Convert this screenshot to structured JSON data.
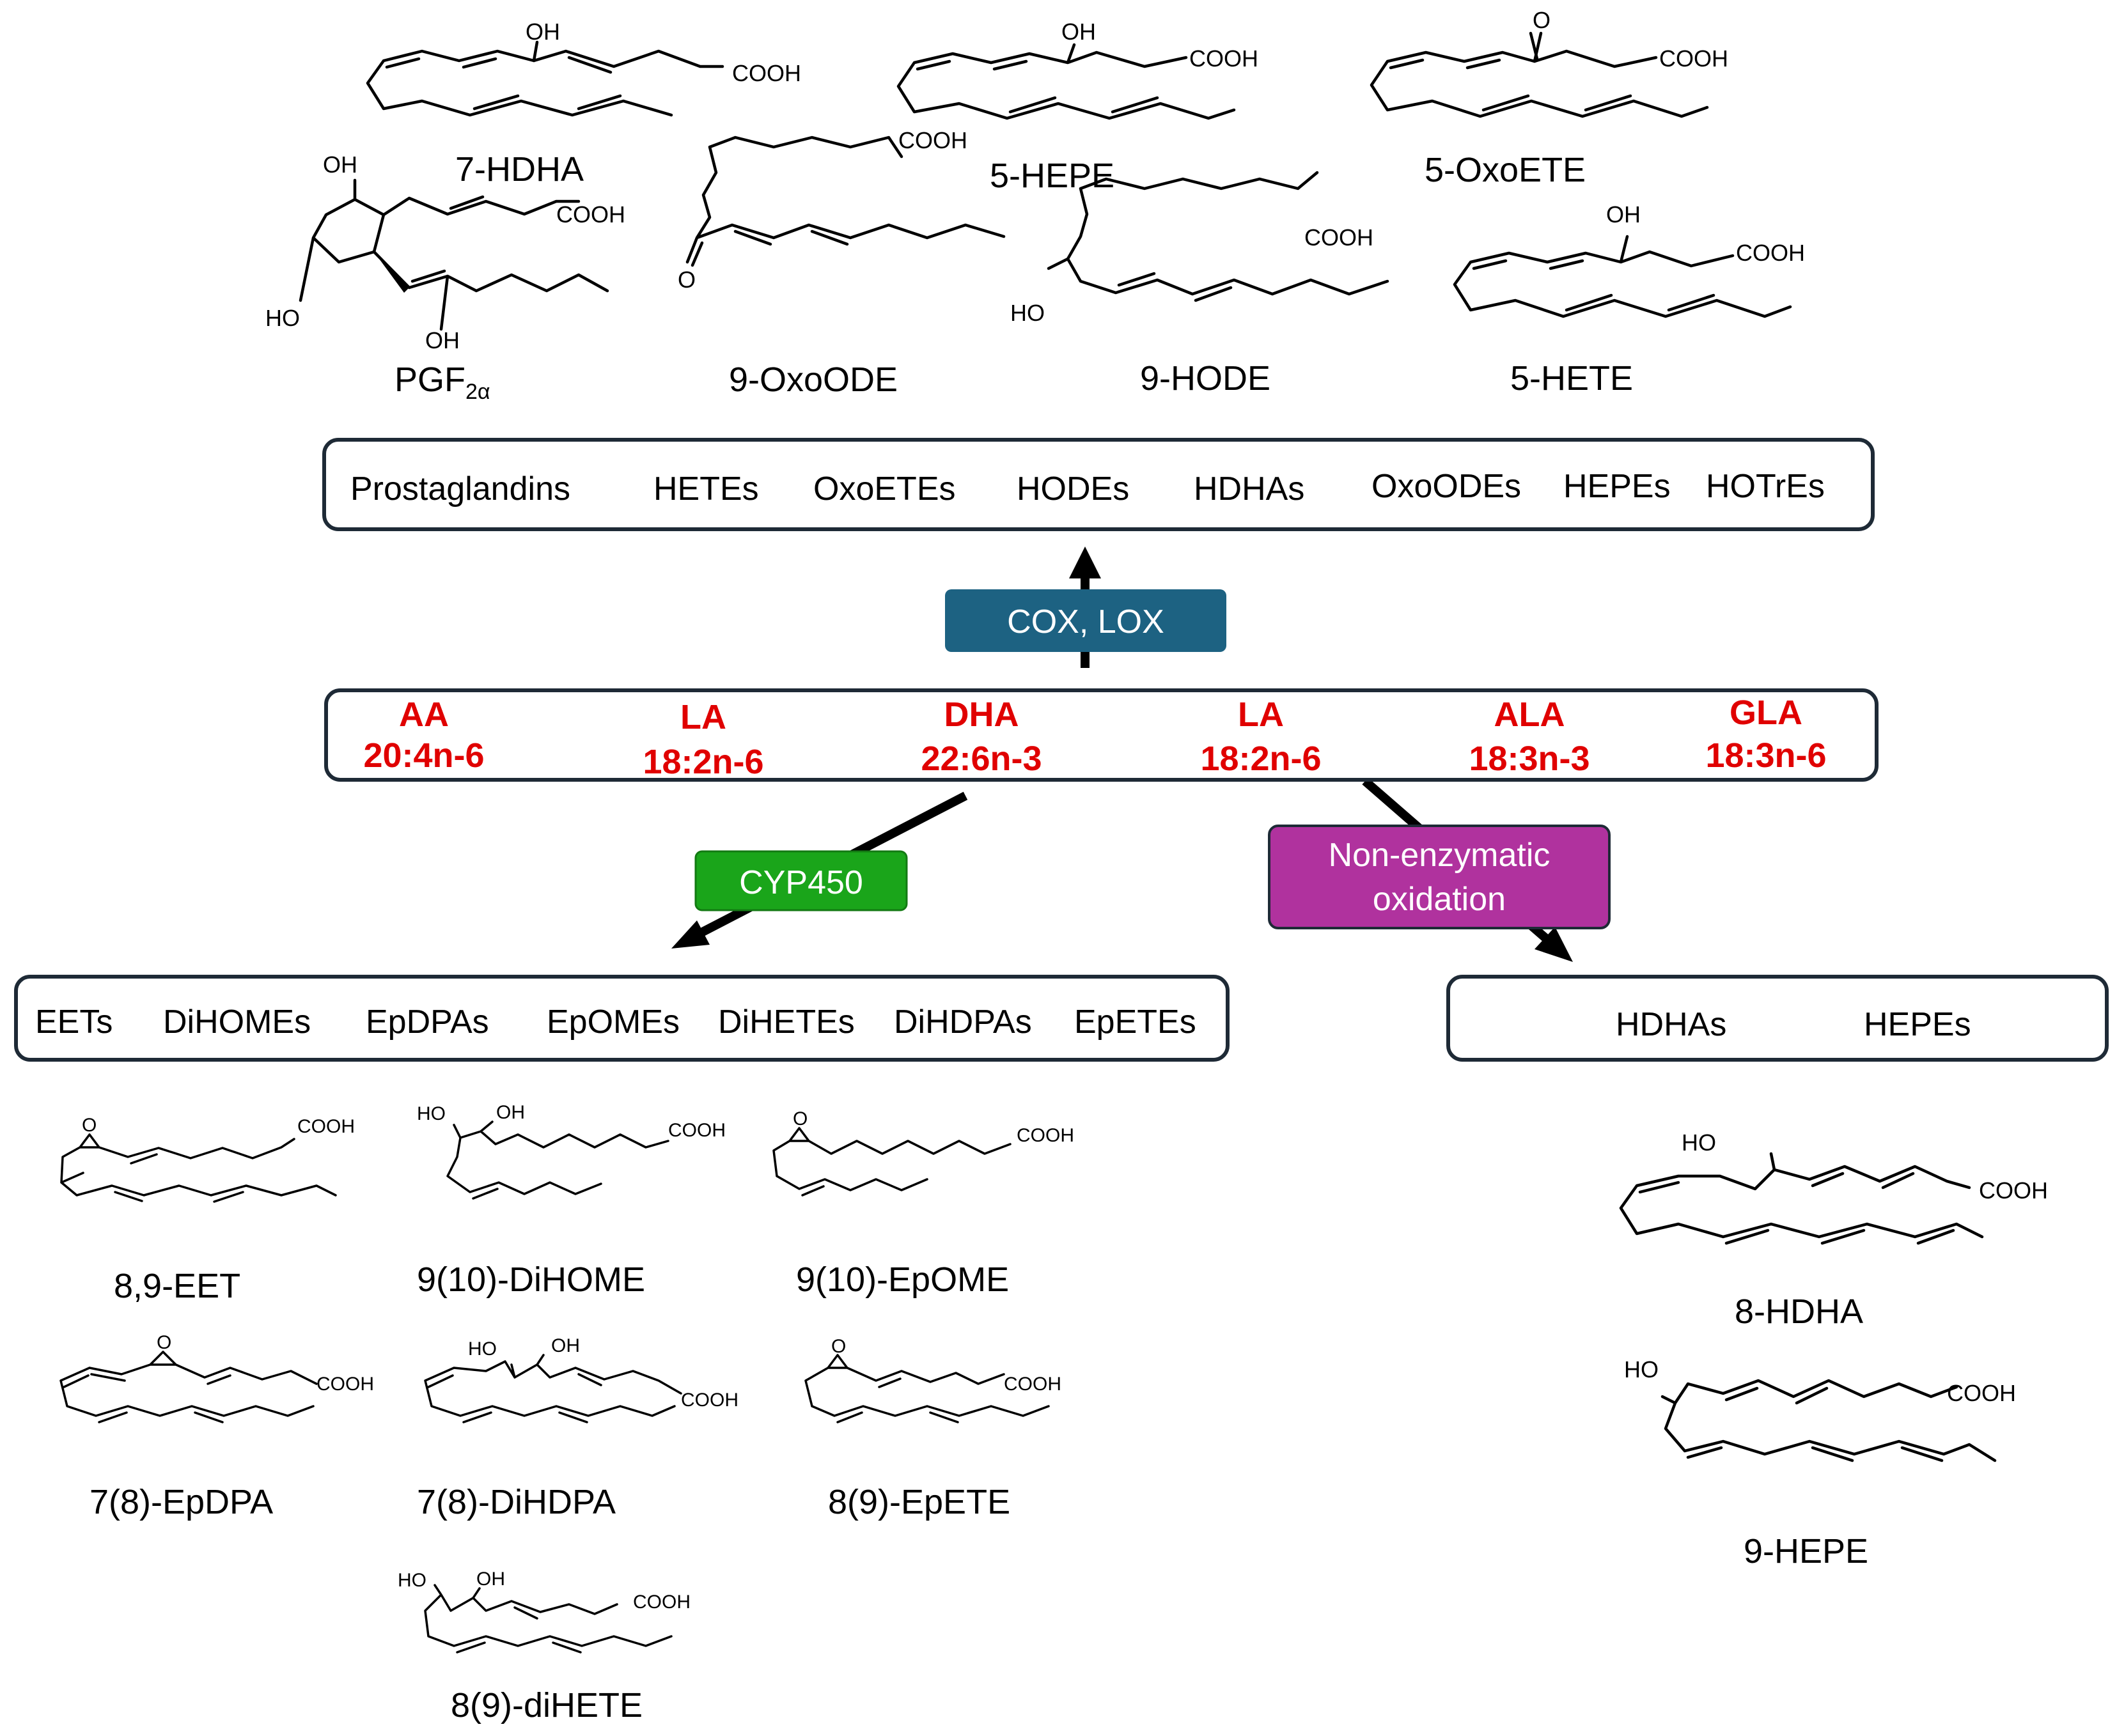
{
  "top_structures": [
    {
      "name": "7-HDHA"
    },
    {
      "name": "5-HEPE"
    },
    {
      "name": "5-OxoETE"
    },
    {
      "name": "PGF",
      "subscript": "2α"
    },
    {
      "name": "9-OxoODE"
    },
    {
      "name": "9-HODE"
    },
    {
      "name": "5-HETE"
    }
  ],
  "top_box": [
    "Prostaglandins",
    "HETEs",
    "OxoETEs",
    "HODEs",
    "HDHAs",
    "OxoODEs",
    "HEPEs",
    "HOTrEs"
  ],
  "enzymes": {
    "cox_lox": "COX, LOX",
    "cyp450": "CYP450",
    "nonenz_line1": "Non-enzymatic",
    "nonenz_line2": "oxidation"
  },
  "enzyme_colors": {
    "cox_lox": "#1d6282",
    "cyp450": "#1aa51a",
    "nonenz": "#b0329e"
  },
  "fatty_acids": [
    {
      "name": "AA",
      "notation": "20:4n-6"
    },
    {
      "name": "LA",
      "notation": "18:2n-6"
    },
    {
      "name": "DHA",
      "notation": "22:6n-3"
    },
    {
      "name": "LA",
      "notation": "18:2n-6"
    },
    {
      "name": "ALA",
      "notation": "18:3n-3"
    },
    {
      "name": "GLA",
      "notation": "18:3n-6"
    }
  ],
  "fatty_acid_color": "#e00000",
  "cyp_box": [
    "EETs",
    "DiHOMEs",
    "EpDPAs",
    "EpOMEs",
    "DiHETEs",
    "DiHDPAs",
    "EpETEs"
  ],
  "nonenz_box": [
    "HDHAs",
    "HEPEs"
  ],
  "bottom_structures": [
    {
      "name": "8,9-EET"
    },
    {
      "name": "9(10)-DiHOME"
    },
    {
      "name": "9(10)-EpOME"
    },
    {
      "name": "7(8)-EpDPA"
    },
    {
      "name": "7(8)-DiHDPA"
    },
    {
      "name": "8(9)-EpETE"
    },
    {
      "name": "8(9)-diHETE"
    },
    {
      "name": "8-HDHA"
    },
    {
      "name": "9-HEPE"
    }
  ],
  "atoms": {
    "oh": "OH",
    "ho": "HO",
    "cooh": "COOH",
    "o": "O"
  }
}
